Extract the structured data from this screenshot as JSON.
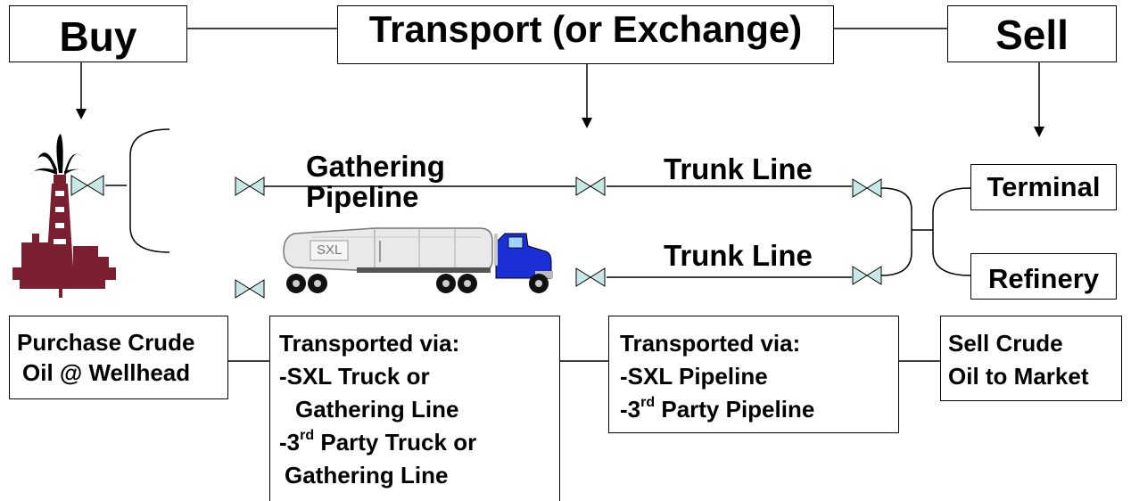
{
  "header": {
    "buy": "Buy",
    "transport": "Transport (or Exchange)",
    "sell": "Sell"
  },
  "labels": {
    "gathering_pipeline_line1": "Gathering",
    "gathering_pipeline_line2": "Pipeline",
    "trunk_line_top": "Trunk Line",
    "trunk_line_bottom": "Trunk Line",
    "terminal": "Terminal",
    "refinery": "Refinery",
    "truck_logo": "SXL"
  },
  "steps": {
    "purchase": {
      "line1": "Purchase Crude",
      "line2": "Oil @ Wellhead"
    },
    "transport_gathering": {
      "line1": "Transported via:",
      "line2": "-SXL Truck or",
      "line3": "Gathering Line",
      "line4_prefix": "-3",
      "line4_sup": "rd",
      "line4_suffix": " Party Truck or",
      "line5": "Gathering Line"
    },
    "transport_pipeline": {
      "line1": "Transported via:",
      "line2": "-SXL Pipeline",
      "line3_prefix": "-3",
      "line3_sup": "rd",
      "line3_suffix": " Party Pipeline"
    },
    "sell": {
      "line1": "Sell Crude",
      "line2": "Oil to Market"
    }
  },
  "colors": {
    "well": "#7a2030",
    "valve": "#c8e8e8",
    "truck_cab": "#1a2fd6",
    "line": "#000000"
  },
  "icons": [
    "oil-well-icon",
    "valve-icon",
    "tanker-truck-icon",
    "arrow-down-icon"
  ]
}
